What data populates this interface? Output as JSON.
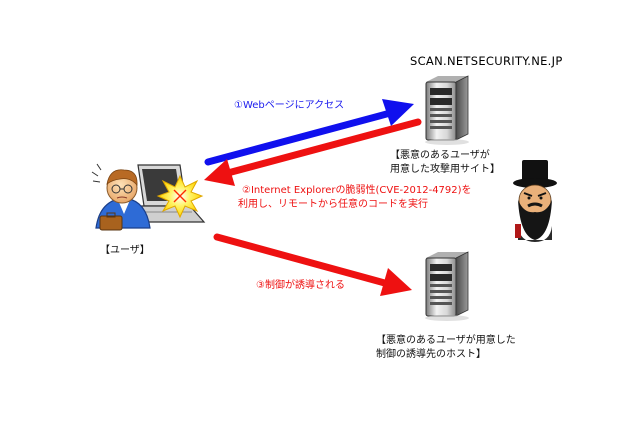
{
  "watermark": "SCAN.NETSECURITY.NE.JP",
  "steps": {
    "step1": "①Webページにアクセス",
    "step2_line1": "②Internet Explorerの脆弱性(CVE-2012-4792)を",
    "step2_line2": "利用し、リモートから任意のコードを実行",
    "step3": "③制御が誘導される"
  },
  "labels": {
    "user": "【ユーザ】",
    "attack_site_line1": "【悪意のあるユーザが",
    "attack_site_line2": "用意した攻撃用サイト】",
    "redirect_host_line1": "【悪意のあるユーザが用意した",
    "redirect_host_line2": "制御の誘導先のホスト】"
  },
  "colors": {
    "blue_arrow": "#1010ee",
    "red_arrow": "#ee1111"
  },
  "icons": [
    "server-icon",
    "user-with-laptop-icon",
    "attacker-icon",
    "explosion-icon"
  ]
}
